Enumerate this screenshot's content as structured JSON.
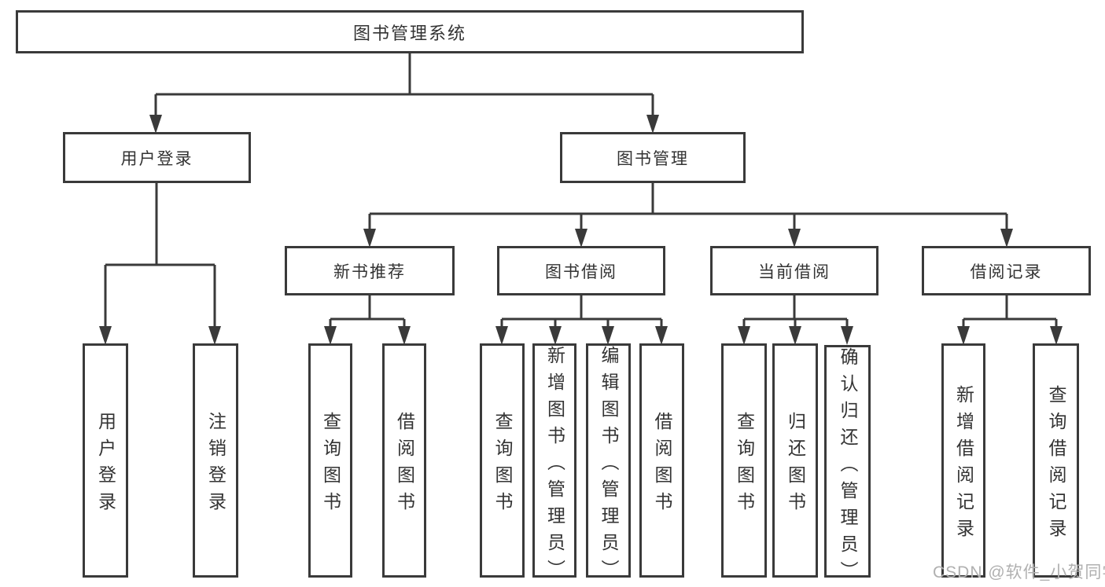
{
  "diagram": {
    "title": "图书管理系统",
    "colors": {
      "line": "#3a3a3a",
      "text": "#333333",
      "background": "#ffffff"
    },
    "level2": [
      {
        "label": "用户登录",
        "parent": "图书管理系统"
      },
      {
        "label": "图书管理",
        "parent": "图书管理系统"
      }
    ],
    "level3": [
      {
        "label": "新书推荐",
        "parent": "图书管理"
      },
      {
        "label": "图书借阅",
        "parent": "图书管理"
      },
      {
        "label": "当前借阅",
        "parent": "图书管理"
      },
      {
        "label": "借阅记录",
        "parent": "图书管理"
      }
    ],
    "leaves": [
      {
        "label": "用户登录",
        "parent": "用户登录"
      },
      {
        "label": "注销登录",
        "parent": "用户登录"
      },
      {
        "label": "查询图书",
        "parent": "新书推荐"
      },
      {
        "label": "借阅图书",
        "parent": "新书推荐"
      },
      {
        "label": "查询图书",
        "parent": "图书借阅"
      },
      {
        "label": "新增图书（管理员）",
        "parent": "图书借阅"
      },
      {
        "label": "编辑图书（管理员）",
        "parent": "图书借阅"
      },
      {
        "label": "借阅图书",
        "parent": "图书借阅"
      },
      {
        "label": "查询图书",
        "parent": "当前借阅"
      },
      {
        "label": "归还图书",
        "parent": "当前借阅"
      },
      {
        "label": "确认归还（管理员）",
        "parent": "当前借阅"
      },
      {
        "label": "新增借阅记录",
        "parent": "借阅记录"
      },
      {
        "label": "查询借阅记录",
        "parent": "借阅记录"
      }
    ]
  },
  "watermark": {
    "text": "CSDN @软件_小贺同学",
    "color": "#b0b0b0"
  }
}
